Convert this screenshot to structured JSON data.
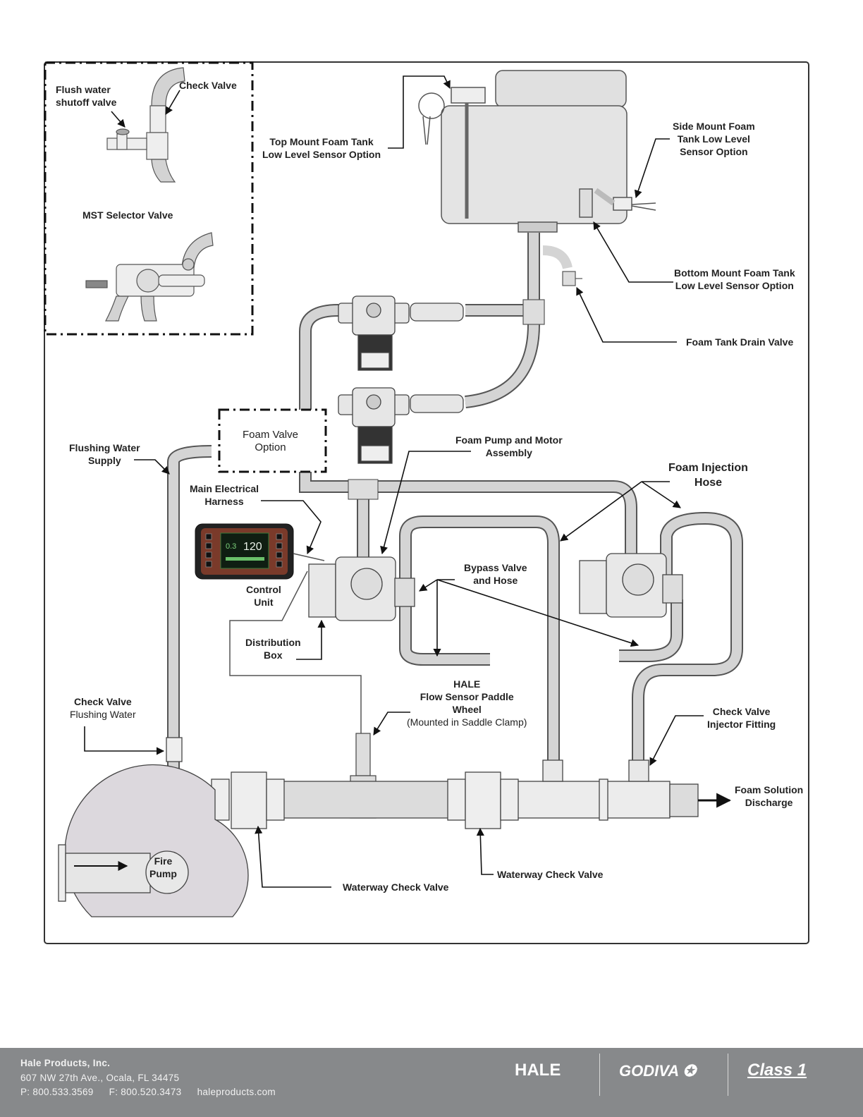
{
  "diagram": {
    "inset_labels": {
      "flush_water_shutoff": [
        "Flush water",
        "shutoff valve"
      ],
      "check_valve": "Check Valve",
      "mst_selector": "MST Selector Valve"
    },
    "labels": {
      "top_mount_sensor": [
        "Top Mount Foam Tank",
        "Low Level Sensor Option"
      ],
      "side_mount_sensor": [
        "Side Mount Foam",
        "Tank Low Level",
        "Sensor Option"
      ],
      "bottom_mount_sensor": [
        "Bottom Mount Foam Tank",
        "Low Level Sensor Option"
      ],
      "foam_tank_drain": "Foam Tank Drain Valve",
      "foam_valve_option": [
        "Foam Valve",
        "Option"
      ],
      "flushing_water_supply": [
        "Flushing Water",
        "Supply"
      ],
      "foam_pump_motor": [
        "Foam Pump and Motor",
        "Assembly"
      ],
      "foam_injection_hose": [
        "Foam Injection",
        "Hose"
      ],
      "main_electrical_harness": [
        "Main Electrical",
        "Harness"
      ],
      "control_unit": [
        "Control",
        "Unit"
      ],
      "bypass_valve": [
        "Bypass Valve",
        "and Hose"
      ],
      "distribution_box": [
        "Distribution",
        "Box"
      ],
      "flow_sensor": [
        "HALE",
        "Flow Sensor Paddle",
        "Wheel",
        "(Mounted in Saddle Clamp)"
      ],
      "check_valve_flushing": [
        "Check Valve",
        "Flushing Water"
      ],
      "check_valve_injector": [
        "Check Valve",
        "Injector Fitting"
      ],
      "foam_solution_discharge": [
        "Foam Solution",
        "Discharge"
      ],
      "waterway_check_valve_1": "Waterway Check Valve",
      "waterway_check_valve_2": "Waterway Check Valve",
      "fire_pump": [
        "Fire",
        "Pump"
      ]
    },
    "control_display": {
      "small_value": "0.3",
      "main_value": "120"
    }
  },
  "footer": {
    "company": "Hale Products, Inc.",
    "address": "607 NW 27th Ave., Ocala, FL 34475",
    "phone": "P: 800.533.3569",
    "fax": "F: 800.520.3473",
    "website": "haleproducts.com",
    "logos": [
      "HALE",
      "GODIVA",
      "Class 1"
    ]
  }
}
